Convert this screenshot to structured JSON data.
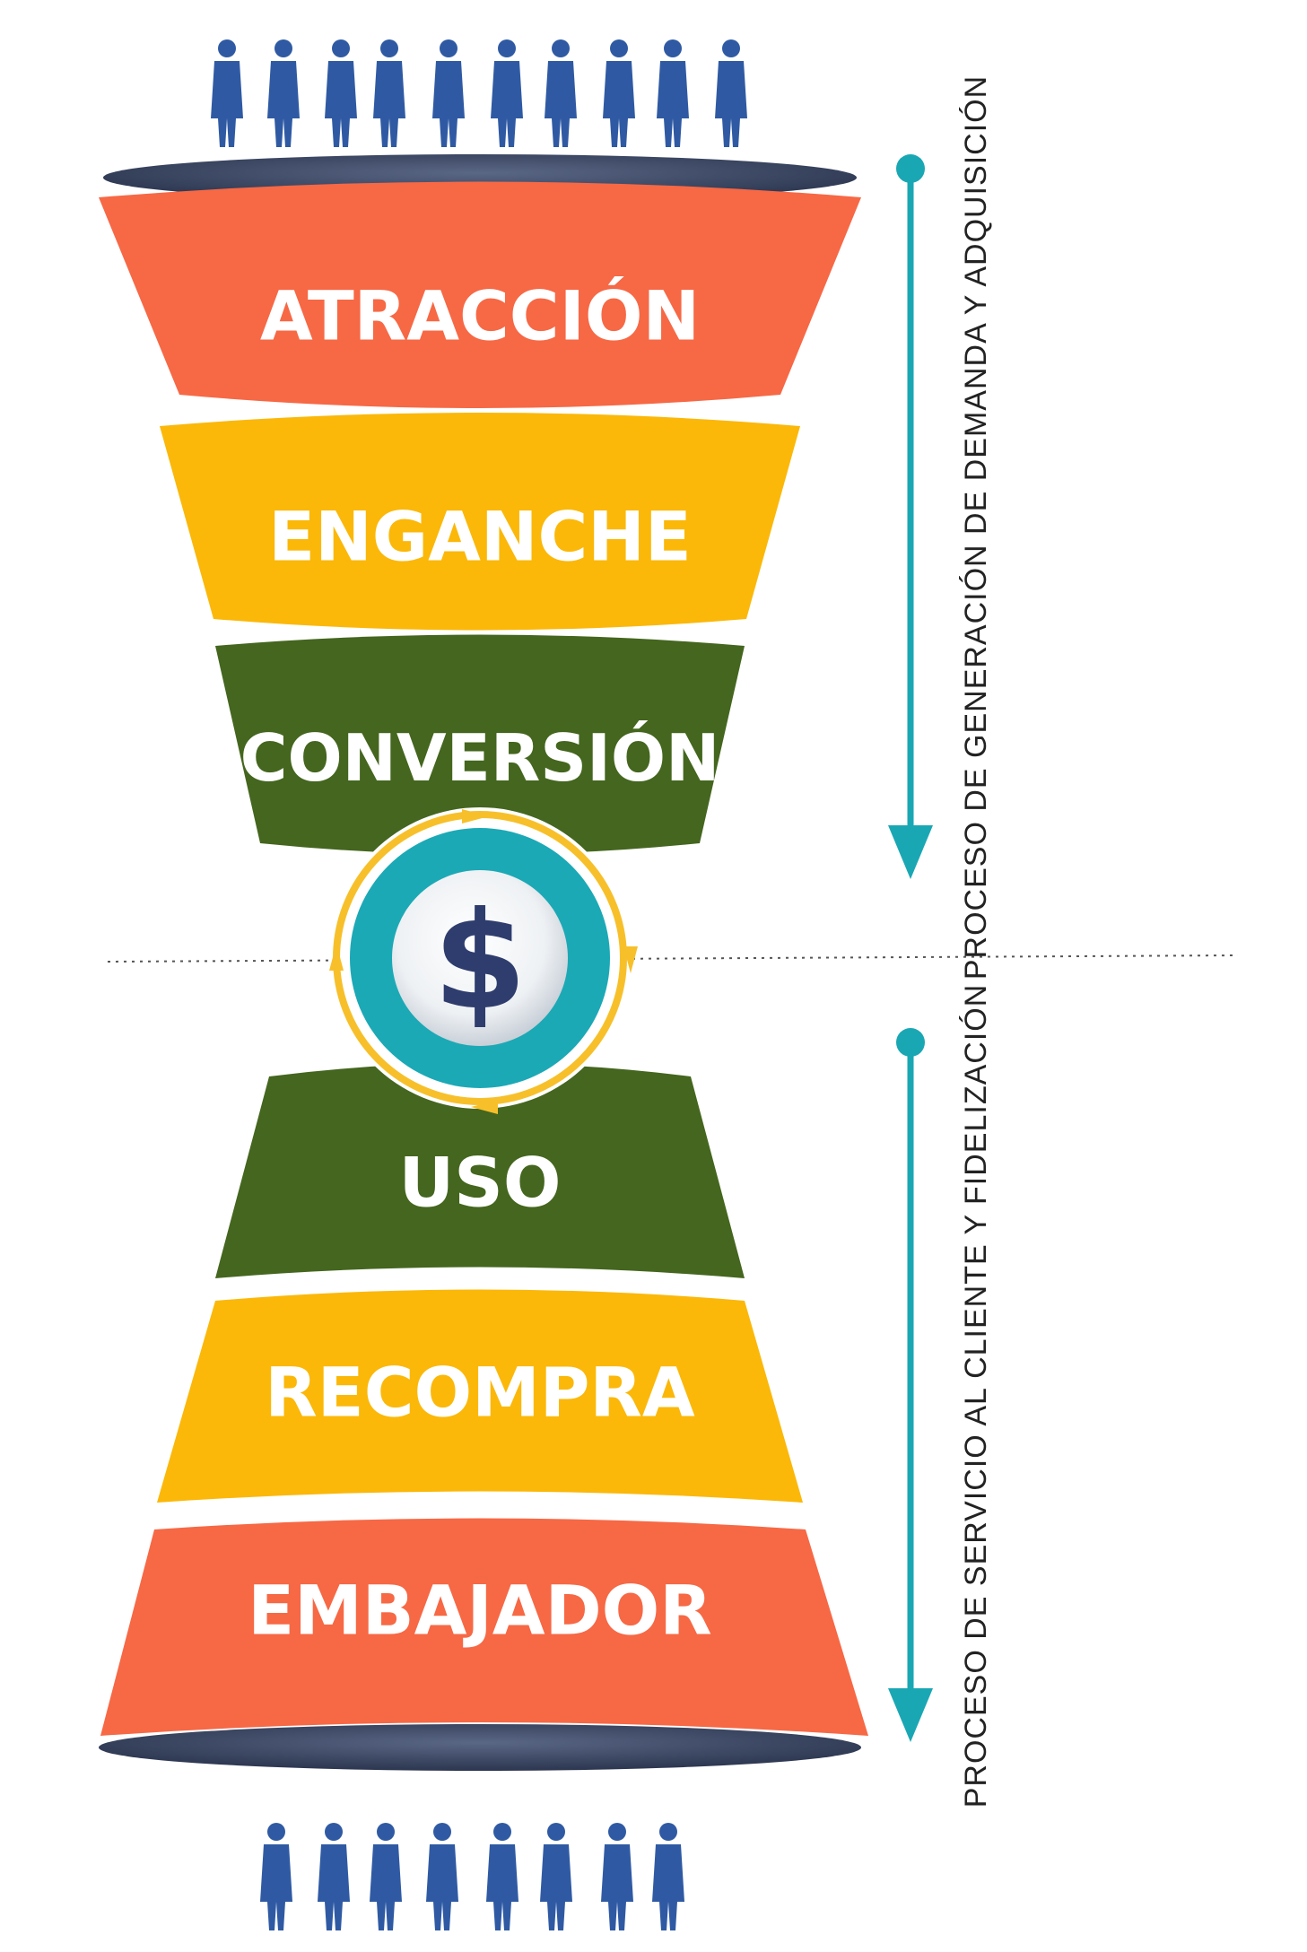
{
  "stages_top": [
    {
      "label": "ATRACCIÓN",
      "color": "#f76845"
    },
    {
      "label": "ENGANCHE",
      "color": "#fbb809"
    },
    {
      "label": "CONVERSIÓN",
      "color": "#44661e"
    }
  ],
  "stages_bottom": [
    {
      "label": "USO",
      "color": "#44661e"
    },
    {
      "label": "RECOMPRA",
      "color": "#fbb809"
    },
    {
      "label": "EMBAJADOR",
      "color": "#f76845"
    }
  ],
  "center_icon": {
    "name": "dollar-icon",
    "glyph": "$",
    "ring_color": "#1ba9b6",
    "arrow_color": "#f7c02a"
  },
  "side_arrows": {
    "top_label": "PROCESO DE GENERACIÓN DE DEMANDA Y ADQUISICIÓN",
    "bottom_label": "PROCESO DE SERVICIO AL CLIENTE Y FIDELIZACIÓN",
    "color": "#1aa7b4"
  },
  "people_color": "#2f5aa3",
  "rim_color": "#3a4663"
}
